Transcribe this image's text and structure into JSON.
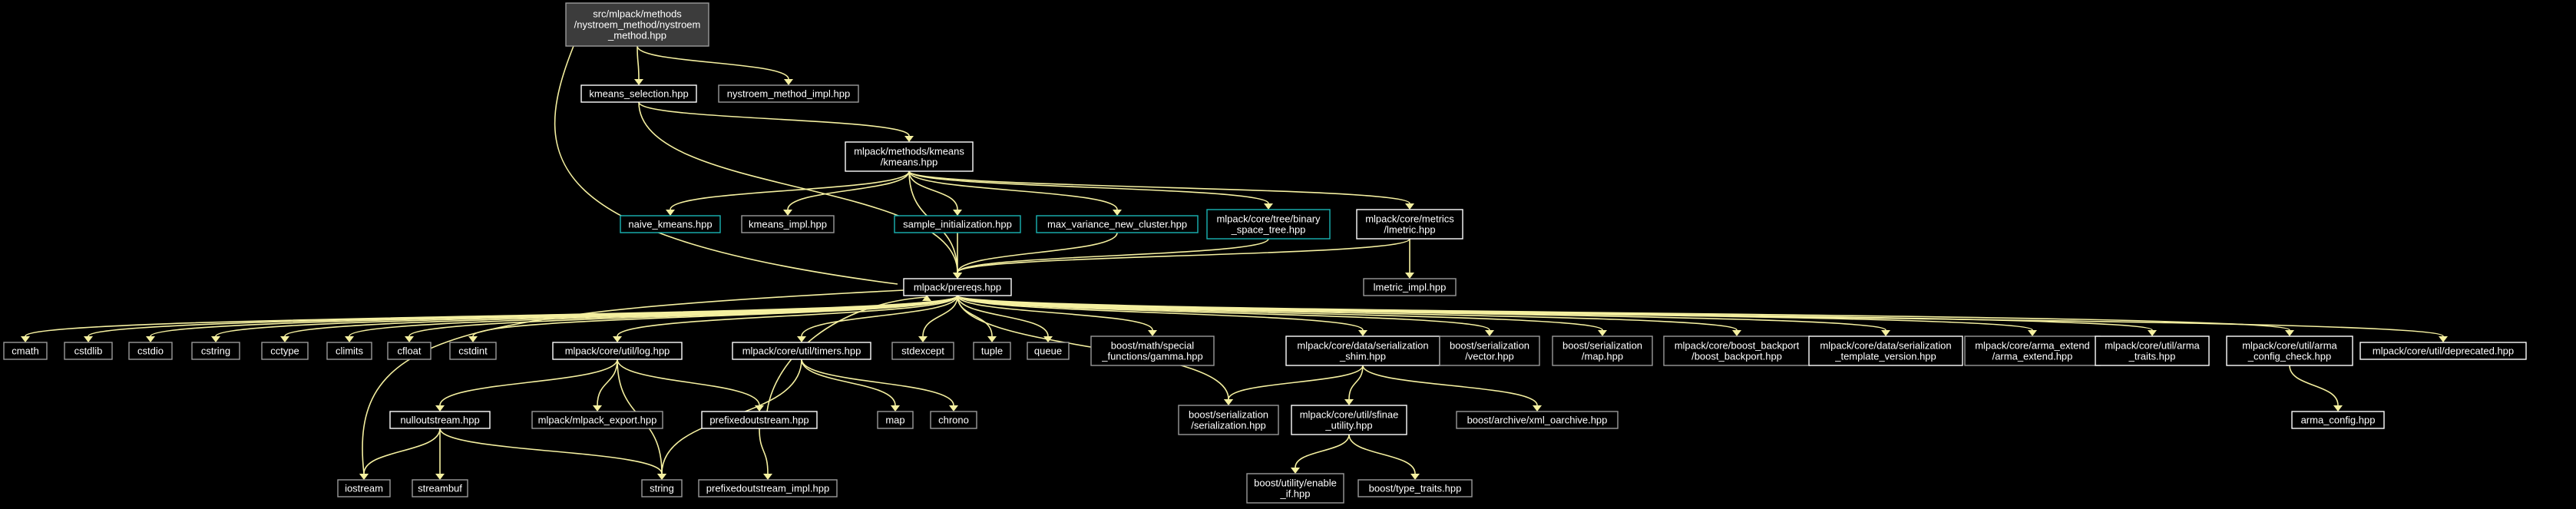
{
  "colors": {
    "background": "#000000",
    "edge": "#f5f0a0",
    "border_white": "#ffffff",
    "border_gray": "#9a9a9a",
    "border_teal": "#19b5b5",
    "root_fill": "#3c3c3c"
  },
  "nodes": {
    "root": {
      "lines": [
        "src/mlpack/methods",
        "/nystroem_method/nystroem",
        "_method.hpp"
      ]
    },
    "kmeans_selection": {
      "lines": [
        "kmeans_selection.hpp"
      ]
    },
    "nystroem_impl": {
      "lines": [
        "nystroem_method_impl.hpp"
      ]
    },
    "kmeans": {
      "lines": [
        "mlpack/methods/kmeans",
        "/kmeans.hpp"
      ]
    },
    "naive_kmeans": {
      "lines": [
        "naive_kmeans.hpp"
      ]
    },
    "kmeans_impl": {
      "lines": [
        "kmeans_impl.hpp"
      ]
    },
    "sample_init": {
      "lines": [
        "sample_initialization.hpp"
      ]
    },
    "max_variance": {
      "lines": [
        "max_variance_new_cluster.hpp"
      ]
    },
    "binary_space_tree": {
      "lines": [
        "mlpack/core/tree/binary",
        "_space_tree.hpp"
      ]
    },
    "lmetric": {
      "lines": [
        "mlpack/core/metrics",
        "/lmetric.hpp"
      ]
    },
    "lmetric_impl": {
      "lines": [
        "lmetric_impl.hpp"
      ]
    },
    "prereqs": {
      "lines": [
        "mlpack/prereqs.hpp"
      ]
    },
    "cmath": {
      "lines": [
        "cmath"
      ]
    },
    "cstdlib": {
      "lines": [
        "cstdlib"
      ]
    },
    "cstdio": {
      "lines": [
        "cstdio"
      ]
    },
    "cstring": {
      "lines": [
        "cstring"
      ]
    },
    "cctype": {
      "lines": [
        "cctype"
      ]
    },
    "climits": {
      "lines": [
        "climits"
      ]
    },
    "cfloat": {
      "lines": [
        "cfloat"
      ]
    },
    "cstdint": {
      "lines": [
        "cstdint"
      ]
    },
    "log": {
      "lines": [
        "mlpack/core/util/log.hpp"
      ]
    },
    "timers": {
      "lines": [
        "mlpack/core/util/timers.hpp"
      ]
    },
    "stdexcept": {
      "lines": [
        "stdexcept"
      ]
    },
    "tuple": {
      "lines": [
        "tuple"
      ]
    },
    "queue": {
      "lines": [
        "queue"
      ]
    },
    "gamma": {
      "lines": [
        "boost/math/special",
        "_functions/gamma.hpp"
      ]
    },
    "shim": {
      "lines": [
        "mlpack/core/data/serialization",
        "_shim.hpp"
      ]
    },
    "vector": {
      "lines": [
        "boost/serialization",
        "/vector.hpp"
      ]
    },
    "map_hpp": {
      "lines": [
        "boost/serialization",
        "/map.hpp"
      ]
    },
    "boost_backport": {
      "lines": [
        "mlpack/core/boost_backport",
        "/boost_backport.hpp"
      ]
    },
    "template_version": {
      "lines": [
        "mlpack/core/data/serialization",
        "_template_version.hpp"
      ]
    },
    "arma_extend": {
      "lines": [
        "mlpack/core/arma_extend",
        "/arma_extend.hpp"
      ]
    },
    "arma_traits": {
      "lines": [
        "mlpack/core/util/arma",
        "_traits.hpp"
      ]
    },
    "arma_config_check": {
      "lines": [
        "mlpack/core/util/arma",
        "_config_check.hpp"
      ]
    },
    "deprecated": {
      "lines": [
        "mlpack/core/util/deprecated.hpp"
      ]
    },
    "nulloutstream": {
      "lines": [
        "nulloutstream.hpp"
      ]
    },
    "mlpack_export": {
      "lines": [
        "mlpack/mlpack_export.hpp"
      ]
    },
    "prefixedoutstream": {
      "lines": [
        "prefixedoutstream.hpp"
      ]
    },
    "map": {
      "lines": [
        "map"
      ]
    },
    "chrono": {
      "lines": [
        "chrono"
      ]
    },
    "serialization": {
      "lines": [
        "boost/serialization",
        "/serialization.hpp"
      ]
    },
    "sfinae": {
      "lines": [
        "mlpack/core/util/sfinae",
        "_utility.hpp"
      ]
    },
    "xml_oarchive": {
      "lines": [
        "boost/archive/xml_oarchive.hpp"
      ]
    },
    "arma_config": {
      "lines": [
        "arma_config.hpp"
      ]
    },
    "iostream": {
      "lines": [
        "iostream"
      ]
    },
    "streambuf": {
      "lines": [
        "streambuf"
      ]
    },
    "string": {
      "lines": [
        "string"
      ]
    },
    "prefixedoutstream_impl": {
      "lines": [
        "prefixedoutstream_impl.hpp"
      ]
    },
    "enable_if": {
      "lines": [
        "boost/utility/enable",
        "_if.hpp"
      ]
    },
    "type_traits": {
      "lines": [
        "boost/type_traits.hpp"
      ]
    }
  }
}
